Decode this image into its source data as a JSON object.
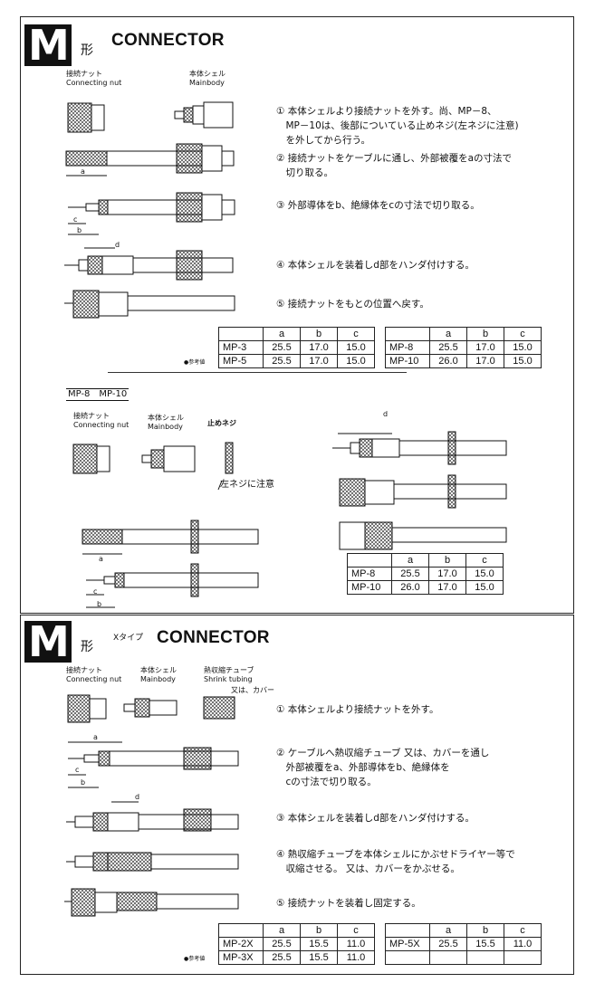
{
  "top": {
    "title_letter": "M",
    "title_kata": "形",
    "title": "CONNECTOR",
    "label_nut": "接続ナット\nConnecting nut",
    "label_body": "本体シェル\nMainbody",
    "steps": [
      "① 本体シェルより接続ナットを外す。尚、MP－8、\n　MP－10は、後部についている止めネジ(左ネジに注意)\n　を外してから行う。",
      "② 接続ナットをケーブルに通し、外部被覆をaの寸法で\n　切り取る。",
      "③ 外部導体をb、絶縁体をcの寸法で切り取る。",
      "④ 本体シェルを装着しd部をハンダ付けする。",
      "⑤ 接続ナットをもとの位置へ戻す。"
    ],
    "dim_a": "a",
    "dim_b": "b",
    "dim_c": "c",
    "dim_d": "d",
    "ref_note": "●参考値",
    "table_left": {
      "headers": [
        "",
        "a",
        "b",
        "c"
      ],
      "rows": [
        [
          "MP-3",
          "25.5",
          "17.0",
          "15.0"
        ],
        [
          "MP-5",
          "25.5",
          "17.0",
          "15.0"
        ]
      ]
    },
    "table_right": {
      "headers": [
        "",
        "a",
        "b",
        "c"
      ],
      "rows": [
        [
          "MP-8",
          "25.5",
          "17.0",
          "15.0"
        ],
        [
          "MP-10",
          "26.0",
          "17.0",
          "15.0"
        ]
      ]
    },
    "sub_heading": "MP-8　MP-10",
    "label_nut2": "接続ナット\nConnecting nut",
    "label_body2": "本体シェル\nMainbody",
    "label_screw": "止めネジ",
    "left_screw_note": "左ネジに注意",
    "table_mp8": {
      "headers": [
        "",
        "a",
        "b",
        "c"
      ],
      "rows": [
        [
          "MP-8",
          "25.5",
          "17.0",
          "15.0"
        ],
        [
          "MP-10",
          "26.0",
          "17.0",
          "15.0"
        ]
      ]
    }
  },
  "bottom": {
    "title_letter": "M",
    "title_kata": "形",
    "title_prefix": "Xタイプ",
    "title": "CONNECTOR",
    "label_nut": "接続ナット\nConnecting nut",
    "label_body": "本体シェル\nMainbody",
    "label_tube": "熱収縮チューブ\nShrink tubing",
    "label_cover": "又は、カバー",
    "steps": [
      "① 本体シェルより接続ナットを外す。",
      "② ケーブルへ熱収縮チューブ 又は、カバーを通し\n　外部被覆をa、外部導体をb、絶縁体を\n　cの寸法で切り取る。",
      "③ 本体シェルを装着しd部をハンダ付けする。",
      "④ 熱収縮チューブを本体シェルにかぶせドライヤー等で\n　収縮させる。 又は、カバーをかぶせる。",
      "⑤ 接続ナットを装着し固定する。"
    ],
    "ref_note": "●参考値",
    "table_left": {
      "headers": [
        "",
        "a",
        "b",
        "c"
      ],
      "rows": [
        [
          "MP-2X",
          "25.5",
          "15.5",
          "11.0"
        ],
        [
          "MP-3X",
          "25.5",
          "15.5",
          "11.0"
        ]
      ]
    },
    "table_right": {
      "headers": [
        "",
        "a",
        "b",
        "c"
      ],
      "rows": [
        [
          "MP-5X",
          "25.5",
          "15.5",
          "11.0"
        ],
        [
          "",
          "",
          "",
          ""
        ]
      ]
    }
  }
}
